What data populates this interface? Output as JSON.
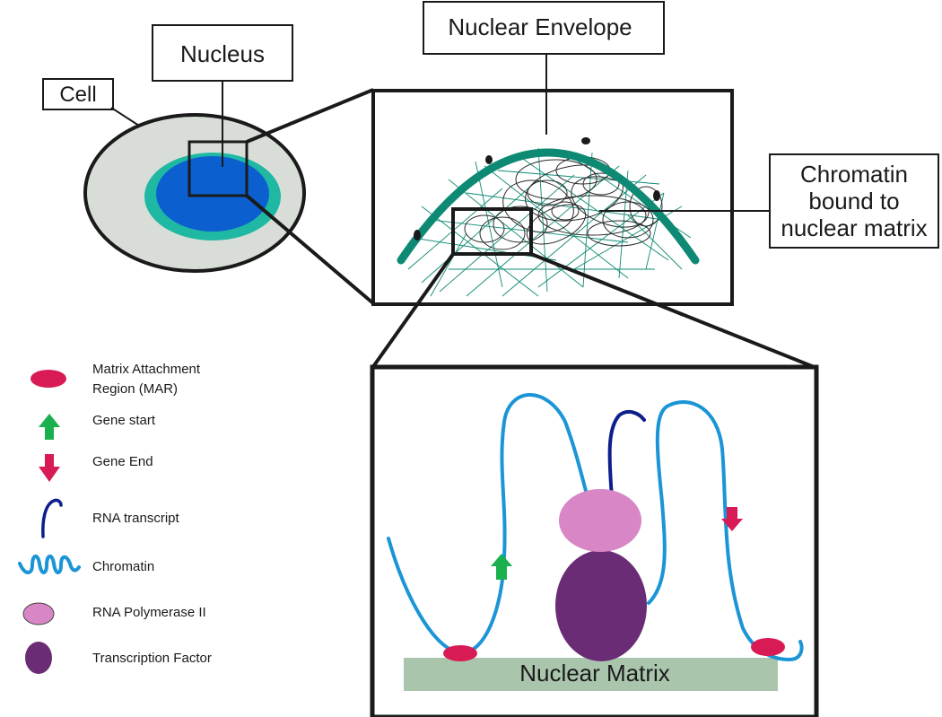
{
  "labels": {
    "cell": "Cell",
    "nucleus": "Nucleus",
    "nuclear_envelope": "Nuclear Envelope",
    "chromatin_bound": [
      "Chromatin",
      "bound to",
      "nuclear matrix"
    ],
    "nuclear_matrix": "Nuclear Matrix"
  },
  "legend": [
    {
      "icon": "mar-oval-icon",
      "lines": [
        "Matrix Attachment",
        "Region (MAR)"
      ]
    },
    {
      "icon": "green-up-arrow-icon",
      "lines": [
        "Gene start"
      ]
    },
    {
      "icon": "magenta-down-arrow-icon",
      "lines": [
        "Gene End"
      ]
    },
    {
      "icon": "rna-transcript-icon",
      "lines": [
        "RNA transcript"
      ]
    },
    {
      "icon": "chromatin-coil-icon",
      "lines": [
        "Chromatin"
      ]
    },
    {
      "icon": "rna-polymerase-icon",
      "lines": [
        "RNA Polymerase II"
      ]
    },
    {
      "icon": "transcription-factor-icon",
      "lines": [
        "Transcription Factor"
      ]
    }
  ],
  "colors": {
    "cytoplasm": "#d9ddd8",
    "nuclear_envelope": "#0e8a74",
    "nucleus_ring": "#1fb9a3",
    "nucleus": "#0c5fcf",
    "mar": "#d81b55",
    "gene_start": "#1ab04e",
    "gene_end": "#d81b55",
    "rna_transcript": "#0e1f8c",
    "chromatin": "#1b95d6",
    "rna_polymerase": "#d886c6",
    "transcription_factor": "#6a2c74",
    "nuclear_matrix": "#a9c6ad"
  }
}
